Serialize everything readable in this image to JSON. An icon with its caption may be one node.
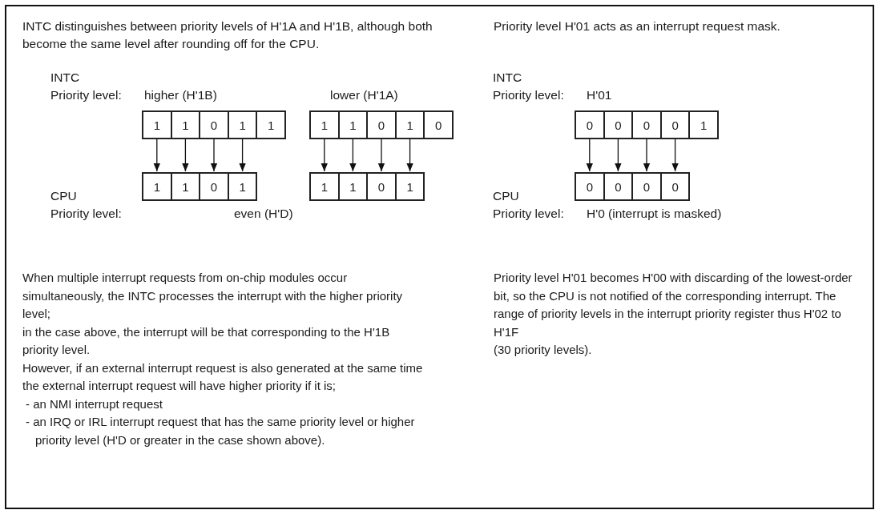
{
  "diagram": {
    "nodes": [
      {
        "text": [
          "1"
        ]
      },
      {
        "text": [
          "1"
        ]
      },
      {
        "text": [
          "0"
        ]
      },
      {
        "text": [
          "1"
        ]
      },
      {
        "text": [
          "1"
        ]
      },
      {
        "text": [
          "1"
        ]
      },
      {
        "text": [
          "1"
        ]
      },
      {
        "text": [
          "0"
        ]
      },
      {
        "text": [
          "1"
        ]
      },
      {
        "text": [
          "0"
        ]
      },
      {
        "text": [
          "0"
        ]
      },
      {
        "text": [
          "0"
        ]
      },
      {
        "text": [
          "0"
        ]
      },
      {
        "text": [
          "0"
        ]
      },
      {
        "text": [
          "1"
        ]
      },
      {
        "text": [
          "1"
        ]
      },
      {
        "text": [
          "1"
        ]
      },
      {
        "text": [
          "0"
        ]
      },
      {
        "text": [
          "1"
        ]
      },
      {
        "text": [
          "1"
        ]
      },
      {
        "text": [
          "1"
        ]
      },
      {
        "text": [
          "0"
        ]
      },
      {
        "text": [
          "1"
        ]
      },
      {
        "text": [
          "0"
        ]
      },
      {
        "text": [
          "0"
        ]
      },
      {
        "text": [
          "0"
        ]
      },
      {
        "text": [
          "0"
        ]
      }
    ],
    "edges": [
      {
        "from": 0,
        "to": 15,
        "arrow": "to"
      },
      {
        "from": 1,
        "to": 16,
        "arrow": "to"
      },
      {
        "from": 2,
        "to": 17,
        "arrow": "to"
      },
      {
        "from": 3,
        "to": 18,
        "arrow": "to"
      },
      {
        "from": 5,
        "to": 19,
        "arrow": "to"
      },
      {
        "from": 6,
        "to": 20,
        "arrow": "to"
      },
      {
        "from": 7,
        "to": 21,
        "arrow": "to"
      },
      {
        "from": 8,
        "to": 22,
        "arrow": "to"
      },
      {
        "from": 10,
        "to": 23,
        "arrow": "to"
      },
      {
        "from": 11,
        "to": 24,
        "arrow": "to"
      },
      {
        "from": 12,
        "to": 25,
        "arrow": "to"
      },
      {
        "from": 13,
        "to": 26,
        "arrow": "to"
      }
    ],
    "labels": [
      "INTC distinguishes between priority levels of H'1A and H'1B, although both become the same level after rounding off for the CPU.",
      "Priority level H'01 acts as an interrupt request mask.",
      "INTC",
      "Priority level:",
      "higher (H'1B)",
      "lower (H'1A)",
      "INTC",
      "Priority level:",
      "H'01",
      "CPU",
      "Priority level:",
      "even (H'D)",
      "CPU",
      "Priority level:",
      "H'0 (interrupt is masked)",
      "When multiple interrupt requests from on-chip modules occur simultaneously, the INTC processes the interrupt with the higher priority level;",
      "in the case above, the interrupt will be that corresponding to the H'1B priority level.",
      "However, if an external interrupt request is also generated at the same time the external interrupt request will have higher priority if it is;",
      "- an NMI interrupt request",
      "- an IRQ or IRL interrupt request that has the same priority level or higher priority level (H'D or greater in the case shown above).",
      "Priority level H'01 becomes H'00 with discarding of the lowest-order bit, so the CPU is not notified of the corresponding interrupt. The range of priority levels in the interrupt priority register thus H'02 to H'1F",
      "(30 priority levels)."
    ]
  }
}
